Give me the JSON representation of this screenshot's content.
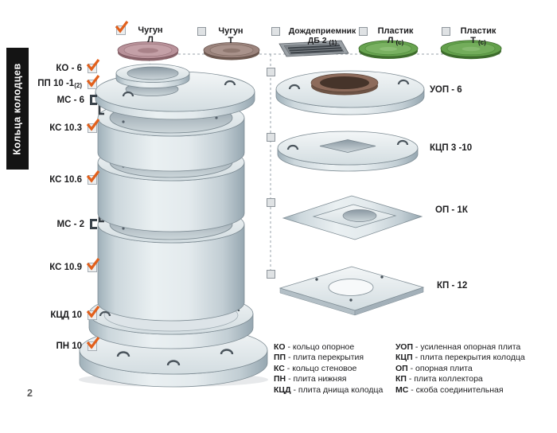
{
  "page": {
    "number": "2",
    "sidebar_title": "Кольца колодцев"
  },
  "top_row": {
    "items": [
      {
        "line1": "Чугун",
        "line2": "Л",
        "icon": "check-orange"
      },
      {
        "line1": "Чугун",
        "line2": "Т",
        "icon": "checkbox-empty"
      },
      {
        "line1": "Дождеприемник",
        "line2": "ДБ 2",
        "line2_sub": "(1)",
        "icon": "checkbox-empty"
      },
      {
        "line1": "Пластик",
        "line2": "Л",
        "line2_sub": "(с)",
        "icon": "checkbox-empty"
      },
      {
        "line1": "Пластик",
        "line2": "Т",
        "line2_sub": "(с)",
        "icon": "checkbox-empty"
      }
    ]
  },
  "stack_labels": [
    {
      "label": "КО - 6",
      "icon": "check-orange"
    },
    {
      "label": "ПП 10 -1",
      "label_sub": "(2)",
      "icon": "check-orange"
    },
    {
      "label": "МС - 6",
      "icon": "staple"
    },
    {
      "label": "КС 10.3",
      "icon": "check-orange"
    },
    {
      "label": "КС 10.6",
      "icon": "check-orange"
    },
    {
      "label": "МС - 2",
      "icon": "staple"
    },
    {
      "label": "КС 10.9",
      "icon": "check-orange"
    },
    {
      "label": "КЦД 10",
      "icon": "check-orange"
    },
    {
      "label": "ПН 10",
      "icon": "check-orange"
    }
  ],
  "plate_labels": [
    {
      "label": "УОП - 6",
      "icon": "checkbox-empty"
    },
    {
      "label": "КЦП 3 -10",
      "icon": "checkbox-empty"
    },
    {
      "label": "ОП - 1К",
      "icon": "checkbox-empty"
    },
    {
      "label": "КП - 12",
      "icon": "checkbox-empty"
    }
  ],
  "legend": {
    "left": [
      {
        "abbr": "КО",
        "desc": "- кольцо опорное"
      },
      {
        "abbr": "ПП",
        "desc": "- плита перекрытия"
      },
      {
        "abbr": "КС",
        "desc": "- кольцо стеновое"
      },
      {
        "abbr": "ПН",
        "desc": "- плита нижняя"
      },
      {
        "abbr": "КЦД",
        "desc": "- плита днища колодца"
      }
    ],
    "right": [
      {
        "abbr": "УОП",
        "desc": "- усиленная опорная плита"
      },
      {
        "abbr": "КЦП",
        "desc": "- плита перекрытия колодца"
      },
      {
        "abbr": "ОП",
        "desc": "- опорная плита"
      },
      {
        "abbr": "КП",
        "desc": "- плита коллектора"
      },
      {
        "abbr": "МС",
        "desc": "- скоба соединительная"
      }
    ]
  },
  "icons": {
    "check-orange": "✓",
    "checkbox-empty": "□",
    "staple": "["
  },
  "colors": {
    "accent_check": "#e2601c",
    "concrete_light": "#eef2f4",
    "concrete_dark": "#9fb0b9",
    "cast_iron_l": "#b9929a",
    "cast_iron_t": "#9b837c",
    "plastic_green": "#68a450",
    "grate_gray": "#9aa0a5",
    "sidebar_bg": "#141414"
  }
}
